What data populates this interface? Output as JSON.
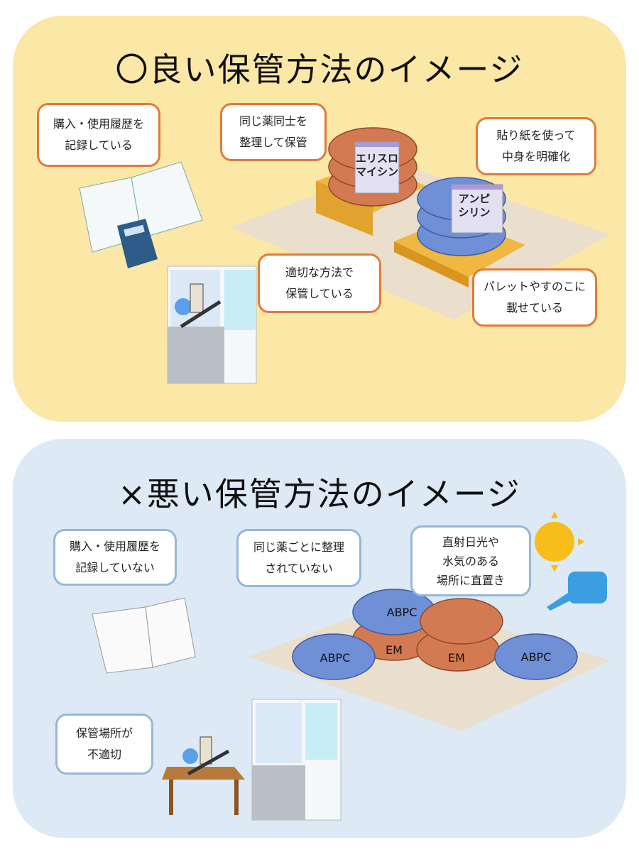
{
  "good": {
    "title": "〇良い保管方法のイメージ",
    "bubbles": [
      {
        "line1": "購入・使用履歴を",
        "line2": "記録している"
      },
      {
        "line1": "同じ薬同士を",
        "line2": "整理して保管"
      },
      {
        "line1": "貼り紙を使って",
        "line2": "中身を明確化"
      },
      {
        "line1": "適切な方法で",
        "line2": "保管している"
      },
      {
        "line1": "パレットやすのこに",
        "line2": "載せている"
      }
    ],
    "labels": {
      "em1": "エリスロ",
      "em2": "マイシン",
      "ab1": "アンピ",
      "ab2": "シリン"
    }
  },
  "bad": {
    "title": "×悪い保管方法のイメージ",
    "bubbles": [
      {
        "line1": "購入・使用履歴を",
        "line2": "記録していない"
      },
      {
        "line1": "同じ薬ごとに整理",
        "line2": "されていない"
      },
      {
        "line1": "直射日光や",
        "line2": "水気のある",
        "line3": "場所に直置き"
      },
      {
        "line1": "保管場所が",
        "line2": "不適切"
      }
    ],
    "bags": [
      "ABPC",
      "EM",
      "ABPC",
      "EM",
      "ABPC"
    ]
  },
  "colors": {
    "good_bg": "#fbe7a6",
    "bad_bg": "#dde9f5",
    "good_border": "#e07b39",
    "bad_border": "#95b8da"
  }
}
